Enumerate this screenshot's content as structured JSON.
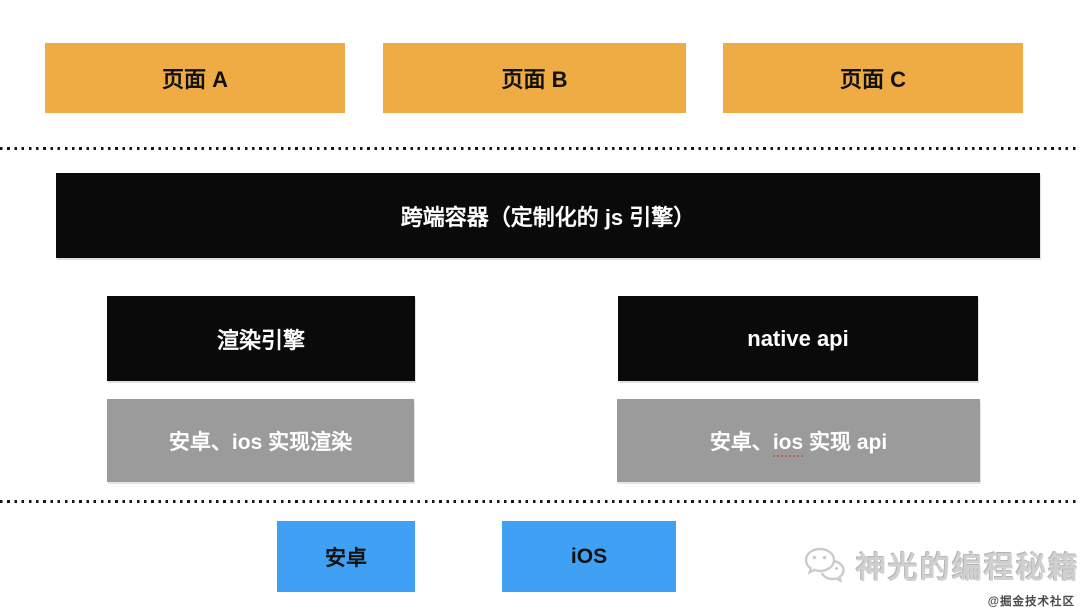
{
  "colors": {
    "page_layer": "#EFAC45",
    "container_layer": "#0A0A0A",
    "implementation_layer": "#9B9B9B",
    "platform_layer": "#3FA0F4"
  },
  "layers": {
    "pages": {
      "items": [
        {
          "label": "页面 A"
        },
        {
          "label": "页面 B"
        },
        {
          "label": "页面 C"
        }
      ]
    },
    "container": {
      "label": "跨端容器（定制化的 js 引擎）"
    },
    "engines": {
      "render_engine": {
        "label": "渲染引擎"
      },
      "native_api": {
        "label": "native api"
      }
    },
    "implementations": {
      "render_impl": {
        "label": "安卓、ios 实现渲染"
      },
      "api_impl": {
        "prefix": "安卓、",
        "underlined": "ios",
        "suffix": " 实现 api"
      }
    },
    "platforms": {
      "android": {
        "label": "安卓"
      },
      "ios": {
        "label": "iOS"
      }
    }
  },
  "watermark": {
    "icon": "wechat-icon",
    "brand_text": "神光的编程秘籍",
    "community_credit": "@掘金技术社区"
  }
}
